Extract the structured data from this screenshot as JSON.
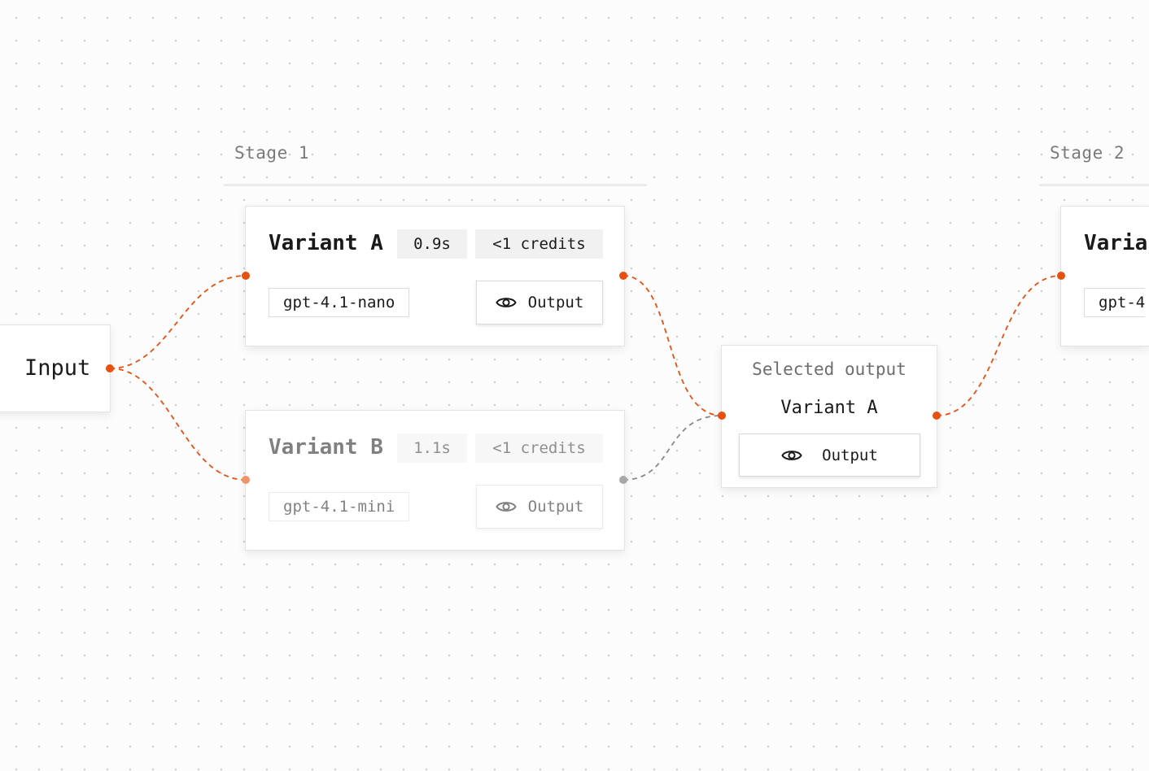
{
  "canvas": {
    "accent_color": "#e8500f",
    "inactive_edge_color": "#8a8a8a"
  },
  "stages": [
    {
      "label": "Stage 1"
    },
    {
      "label": "Stage 2"
    }
  ],
  "input_node": {
    "label": "Input"
  },
  "stage1": {
    "variant_a": {
      "title": "Variant A",
      "time": "0.9s",
      "credits": "<1 credits",
      "model": "gpt-4.1-nano",
      "output_label": "Output",
      "output_icon": "eye-icon"
    },
    "variant_b": {
      "title": "Variant B",
      "time": "1.1s",
      "credits": "<1 credits",
      "model": "gpt-4.1-mini",
      "output_label": "Output",
      "output_icon": "eye-icon"
    }
  },
  "selected_output": {
    "caption": "Selected output",
    "value": "Variant A",
    "output_label": "Output",
    "output_icon": "eye-icon"
  },
  "stage2": {
    "variant_partial_title": "Varia",
    "model_partial": "gpt-4"
  }
}
